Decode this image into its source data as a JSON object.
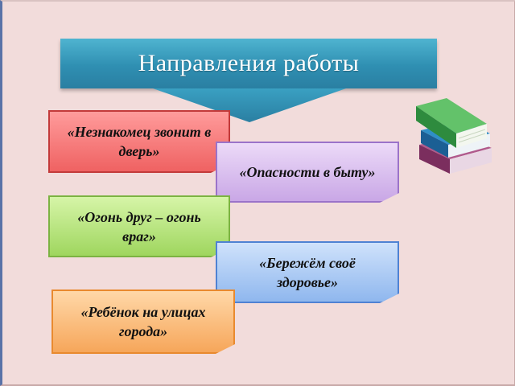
{
  "title": "Направления работы",
  "notes": {
    "n1": "«Незнакомец звонит в дверь»",
    "n2": "«Опасности в быту»",
    "n3": "«Огонь друг – огонь враг»",
    "n4": "«Бережём своё здоровье»",
    "n5": "«Ребёнок на улицах города»"
  },
  "colors": {
    "header": "#2f8fb2",
    "red": "#ef6262",
    "green": "#9fd65e",
    "orange": "#f6a65a",
    "purple": "#c9a7e6",
    "blue": "#8fb7ee",
    "background": "#f2dcdb"
  },
  "icons": [
    "books-icon",
    "down-arrow-icon"
  ]
}
